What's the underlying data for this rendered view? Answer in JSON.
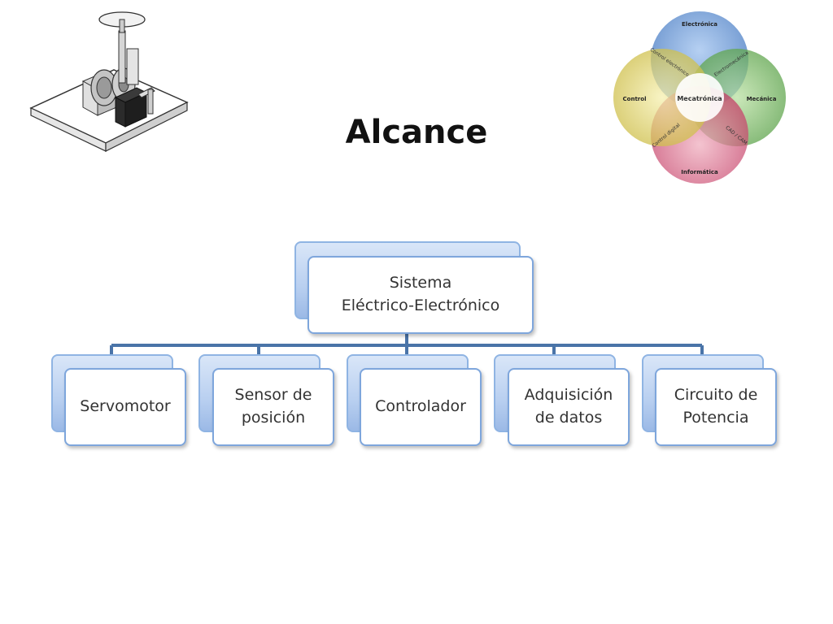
{
  "slide": {
    "title": "Alcance"
  },
  "venn": {
    "center": "Mecatrónica",
    "circles": [
      "Electrónica",
      "Mecánica",
      "Informática",
      "Control"
    ],
    "overlaps": [
      "Electromecánica",
      "Control electrónico",
      "CAD / CAM",
      "Control digital"
    ],
    "colors": {
      "electronica": "#6f9fd9",
      "mecanica": "#7fbf6a",
      "informatica": "#d9607f",
      "control": "#e3d56a"
    }
  },
  "hierarchy": {
    "root": {
      "line1": "Sistema",
      "line2": "Eléctrico-Electrónico"
    },
    "children": [
      {
        "line1": "Servomotor",
        "line2": ""
      },
      {
        "line1": "Sensor de",
        "line2": "posición"
      },
      {
        "line1": "Controlador",
        "line2": ""
      },
      {
        "line1": "Adquisición",
        "line2": "de datos"
      },
      {
        "line1": "Circuito de",
        "line2": "Potencia"
      }
    ],
    "colors": {
      "connector": "#4a74a8",
      "border": "#7ea6dc"
    }
  }
}
